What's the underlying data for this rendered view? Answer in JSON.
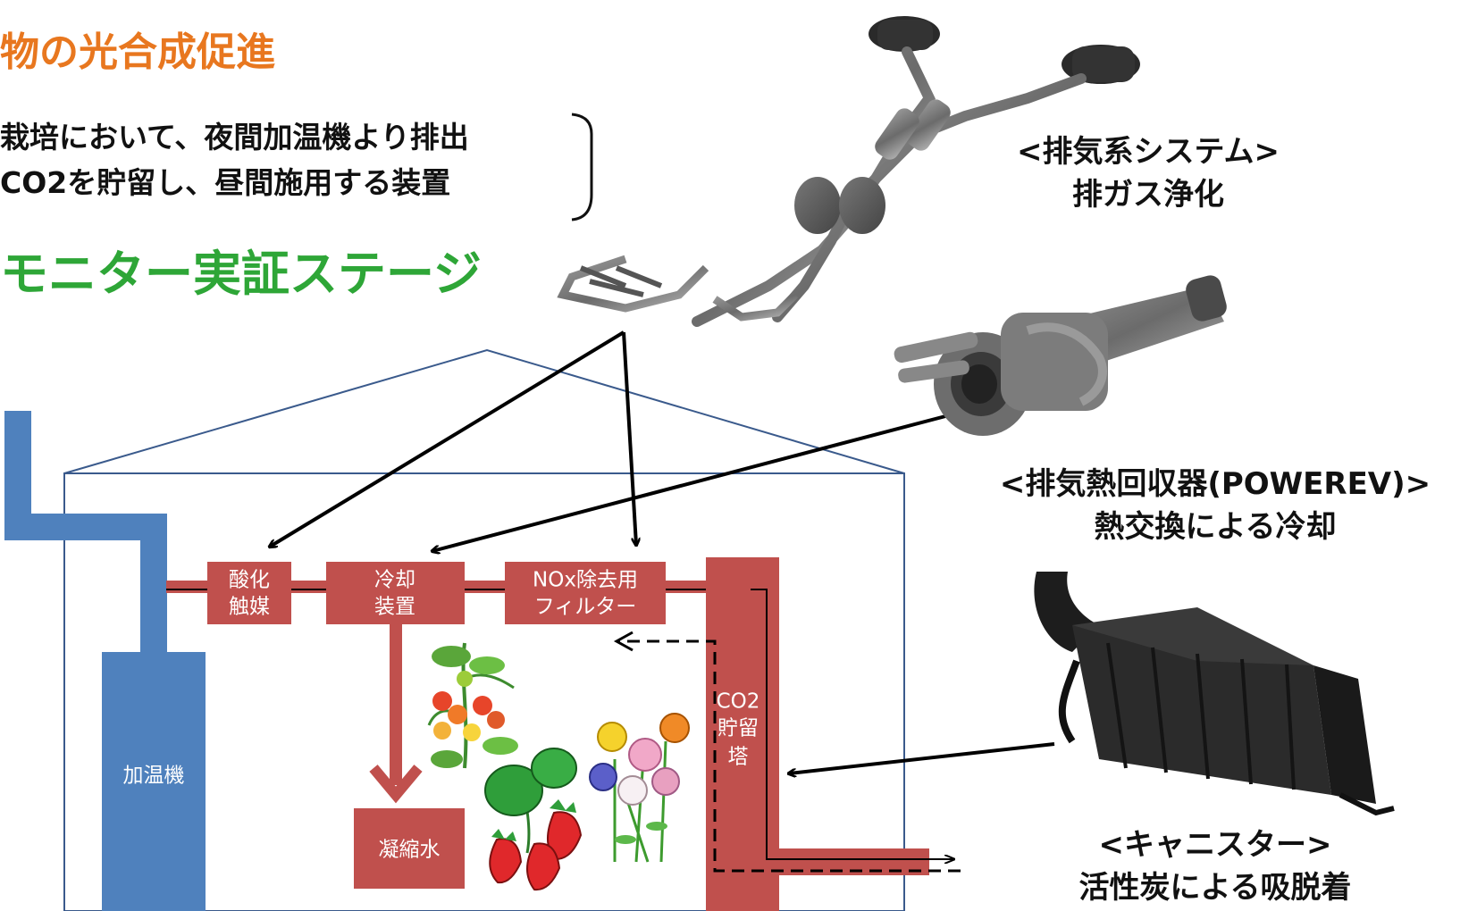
{
  "header": {
    "title": "物の光合成促進",
    "description_lines": [
      "栽培において、夜間加温機より排出",
      "CO2を貯留し、昼間施用する装置"
    ],
    "stage_label": "モニター実証ステージ"
  },
  "components": {
    "exhaust_system": {
      "title": "<排気系システム>",
      "subtitle": "排ガス浄化"
    },
    "heat_recovery": {
      "title": "<排気熱回収器(POWEREV)>",
      "subtitle": "熱交換による冷却"
    },
    "canister": {
      "title": "<キャニスター>",
      "subtitle": "活性炭による吸脱着"
    }
  },
  "diagram": {
    "heater": "加温機",
    "oxidation_catalyst": [
      "酸化",
      "触媒"
    ],
    "cooling_device": [
      "冷却",
      "装置"
    ],
    "nox_filter": [
      "NOx除去用",
      "フィルター"
    ],
    "co2_tower": [
      "CO2",
      "貯留",
      "塔"
    ],
    "condensate": "凝縮水"
  },
  "colors": {
    "title": "#e8771f",
    "stage": "#2ea637",
    "pipe_red": "#c0504d",
    "heater_blue": "#4f81bd",
    "house_line": "#3a5a8c"
  }
}
